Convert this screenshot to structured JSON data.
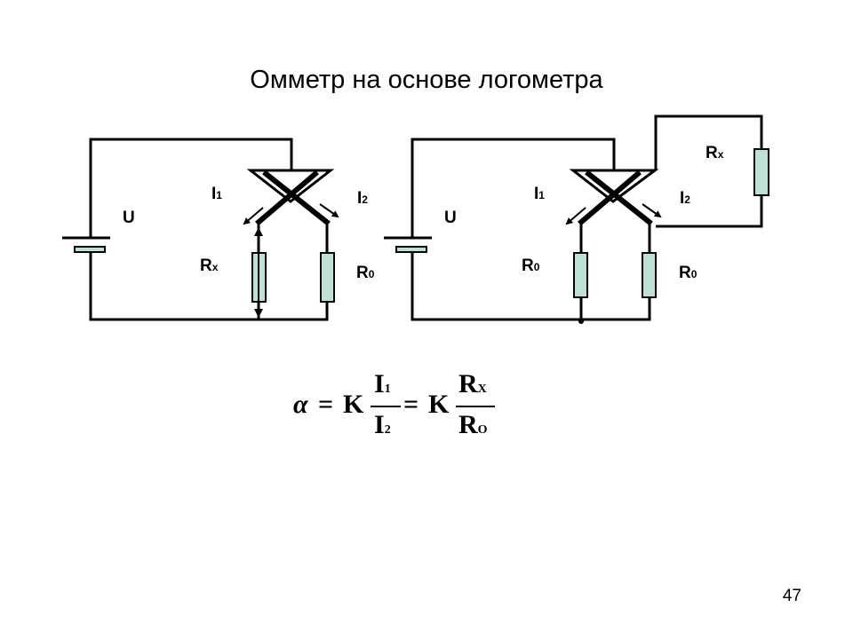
{
  "slide": {
    "title": "Омметр на основе логометра",
    "page_number": "47"
  },
  "colors": {
    "resistor_fill": "#bfe0d4",
    "wire": "#000000"
  },
  "left_circuit": {
    "source": {
      "letter": "U"
    },
    "current_1": {
      "letter": "I",
      "sub": "1"
    },
    "current_2": {
      "letter": "I",
      "sub": "2"
    },
    "resistor_left": {
      "letter": "R",
      "sub": "x"
    },
    "resistor_right": {
      "letter": "R",
      "sub": "0"
    }
  },
  "right_circuit": {
    "source": {
      "letter": "U"
    },
    "current_1": {
      "letter": "I",
      "sub": "1"
    },
    "current_2": {
      "letter": "I",
      "sub": "2"
    },
    "resistor_top": {
      "letter": "R",
      "sub": "x"
    },
    "resistor_left": {
      "letter": "R",
      "sub": "0"
    },
    "resistor_right": {
      "letter": "R",
      "sub": "0"
    }
  },
  "formula": {
    "alpha": "α",
    "equals": "=",
    "k": "K",
    "frac1_num": "I",
    "frac1_num_sub": "1",
    "frac1_den": "I",
    "frac1_den_sub": "2",
    "frac2_num": "R",
    "frac2_num_sub": "X",
    "frac2_den": "R",
    "frac2_den_sub": "O"
  }
}
